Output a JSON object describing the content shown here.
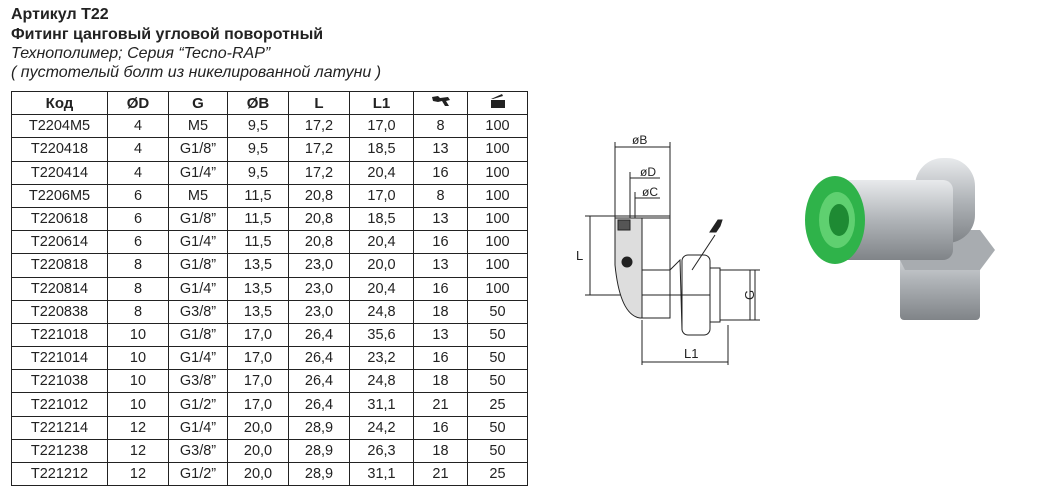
{
  "title": {
    "article": "Артикул T22",
    "name": "Фитинг цанговый угловой поворотный",
    "material": "Технополимер; Серия “Tecno-RAP”",
    "note": "( пустотелый болт из никелированной латуни )"
  },
  "table": {
    "headers": [
      "Код",
      "ØD",
      "G",
      "ØB",
      "L",
      "L1"
    ],
    "header_icons": [
      "wrench-icon",
      "package-icon"
    ],
    "rows": [
      [
        "T2204M5",
        "4",
        "M5",
        "9,5",
        "17,2",
        "17,0",
        "8",
        "100"
      ],
      [
        "T220418",
        "4",
        "G1/8”",
        "9,5",
        "17,2",
        "18,5",
        "13",
        "100"
      ],
      [
        "T220414",
        "4",
        "G1/4”",
        "9,5",
        "17,2",
        "20,4",
        "16",
        "100"
      ],
      [
        "T2206M5",
        "6",
        "M5",
        "11,5",
        "20,8",
        "17,0",
        "8",
        "100"
      ],
      [
        "T220618",
        "6",
        "G1/8”",
        "11,5",
        "20,8",
        "18,5",
        "13",
        "100"
      ],
      [
        "T220614",
        "6",
        "G1/4”",
        "11,5",
        "20,8",
        "20,4",
        "16",
        "100"
      ],
      [
        "T220818",
        "8",
        "G1/8”",
        "13,5",
        "23,0",
        "20,0",
        "13",
        "100"
      ],
      [
        "T220814",
        "8",
        "G1/4”",
        "13,5",
        "23,0",
        "20,4",
        "16",
        "100"
      ],
      [
        "T220838",
        "8",
        "G3/8”",
        "13,5",
        "23,0",
        "24,8",
        "18",
        "50"
      ],
      [
        "T221018",
        "10",
        "G1/8”",
        "17,0",
        "26,4",
        "35,6",
        "13",
        "50"
      ],
      [
        "T221014",
        "10",
        "G1/4”",
        "17,0",
        "26,4",
        "23,2",
        "16",
        "50"
      ],
      [
        "T221038",
        "10",
        "G3/8”",
        "17,0",
        "26,4",
        "24,8",
        "18",
        "50"
      ],
      [
        "T221012",
        "10",
        "G1/2”",
        "17,0",
        "26,4",
        "31,1",
        "21",
        "25"
      ],
      [
        "T221214",
        "12",
        "G1/4”",
        "20,0",
        "28,9",
        "24,2",
        "16",
        "50"
      ],
      [
        "T221238",
        "12",
        "G3/8”",
        "20,0",
        "28,9",
        "26,3",
        "18",
        "50"
      ],
      [
        "T221212",
        "12",
        "G1/2”",
        "20,0",
        "28,9",
        "31,1",
        "21",
        "25"
      ]
    ]
  },
  "drawing": {
    "labels": [
      "øB",
      "øD",
      "øC",
      "L",
      "G",
      "L1"
    ]
  },
  "colors": {
    "green": "#2fb34a",
    "metal": "#b8bcc0"
  }
}
